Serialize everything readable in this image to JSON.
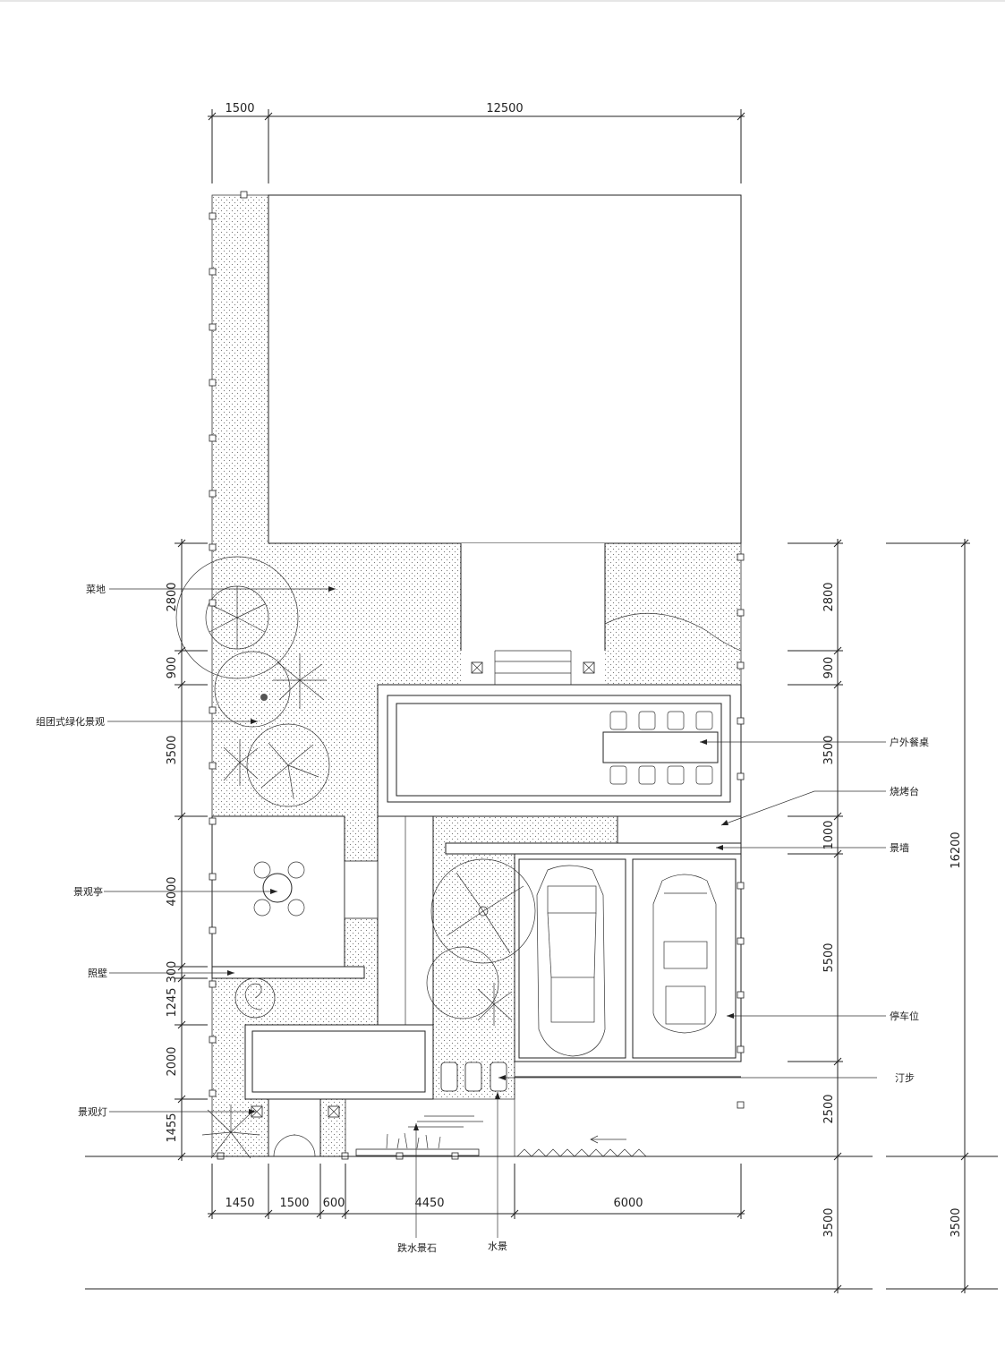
{
  "dims": {
    "top": [
      "1500",
      "12500"
    ],
    "bottom": [
      "1450",
      "1500",
      "600",
      "4450",
      "6000"
    ],
    "left": [
      "2800",
      "900",
      "3500",
      "4000",
      "300",
      "1245",
      "2000",
      "1455"
    ],
    "right": [
      "2800",
      "900",
      "3500",
      "1000",
      "5500",
      "2500",
      "3500"
    ],
    "right_total": [
      "16200",
      "3500"
    ]
  },
  "labels": {
    "vegetable_plot": "菜地",
    "cluster_greening": "组团式绿化景观",
    "pavilion": "景观亭",
    "screen_wall": "照壁",
    "landscape_lamp": "景观灯",
    "outdoor_dining": "户外餐桌",
    "bbq": "烧烤台",
    "feature_wall": "景墙",
    "parking": "停车位",
    "stepping_stones": "汀步",
    "fountain_rock": "跌水景石",
    "water_feature": "水景"
  },
  "icons": [
    "tree-icon",
    "shrub-icon",
    "car-icon",
    "chair-icon",
    "lamp-icon",
    "flow-arrow-icon"
  ]
}
